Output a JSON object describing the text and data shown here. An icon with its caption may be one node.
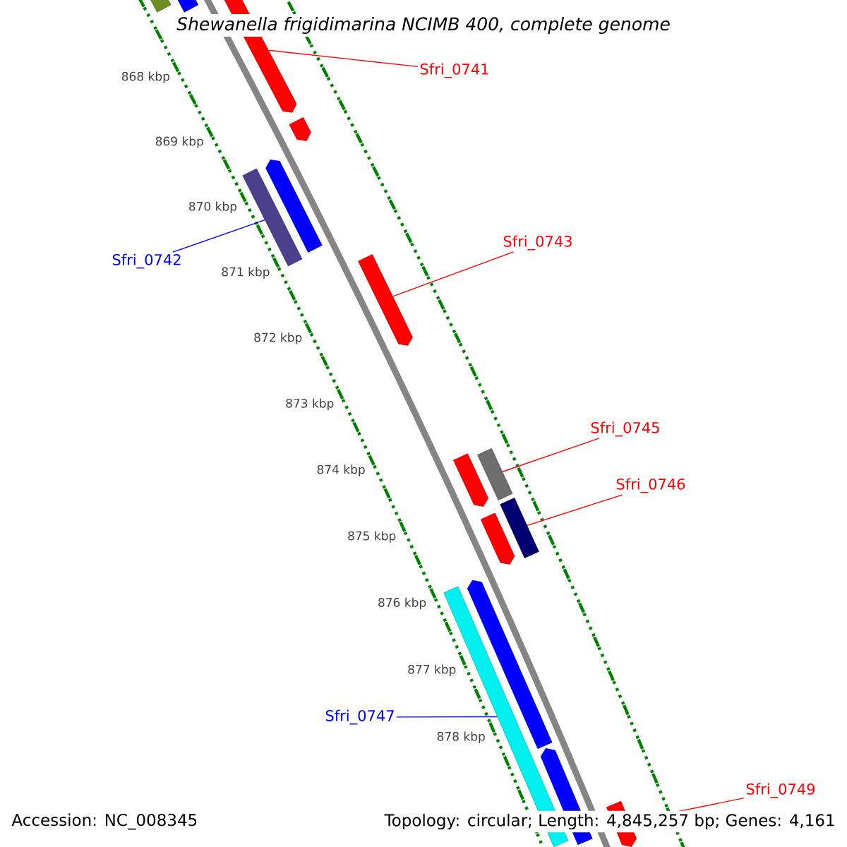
{
  "diagram": {
    "title": "Shewanella frigidimarina NCIMB 400, complete genome",
    "nodes": [
      {
        "text": [
          "Sfri_0741"
        ]
      },
      {
        "text": [
          "Sfri_0742"
        ]
      },
      {
        "text": [
          "Sfri_0743"
        ]
      },
      {
        "text": [
          "Sfri_0745"
        ]
      },
      {
        "text": [
          "Sfri_0746"
        ]
      },
      {
        "text": [
          "Sfri_0747"
        ]
      },
      {
        "text": [
          "Sfri_0749"
        ]
      },
      {
        "text": [],
        "shape": "bar"
      },
      {
        "text": [],
        "shape": "bar"
      },
      {
        "text": [],
        "shape": "bar"
      },
      {
        "text": [],
        "shape": "bar"
      },
      {
        "text": [],
        "shape": "bar"
      },
      {
        "text": [],
        "shape": "bar"
      },
      {
        "text": [],
        "shape": "bar"
      },
      {
        "text": [],
        "shape": "bar"
      },
      {
        "text": [],
        "shape": "bar"
      },
      {
        "text": [],
        "shape": "bar"
      },
      {
        "text": [],
        "shape": "bar"
      },
      {
        "text": [],
        "shape": "bar"
      },
      {
        "text": [],
        "shape": "bar"
      },
      {
        "text": [],
        "shape": "bar"
      },
      {
        "text": [],
        "shape": "bar"
      }
    ],
    "edges": [
      {
        "from": 0,
        "to": 9,
        "arrow": "none"
      },
      {
        "from": 1,
        "to": 12,
        "arrow": "none",
        "color": "#0000ff"
      },
      {
        "from": 2,
        "to": 13,
        "arrow": "none"
      },
      {
        "from": 3,
        "to": 14,
        "arrow": "none"
      },
      {
        "from": 4,
        "to": 16,
        "arrow": "none"
      },
      {
        "from": 5,
        "to": 19,
        "arrow": "none",
        "color": "#0000ff"
      },
      {
        "from": 6,
        "to": 21,
        "arrow": "none"
      }
    ],
    "labels": [
      "868 kbp",
      "869 kbp",
      "870 kbp",
      "871 kbp",
      "872 kbp",
      "873 kbp",
      "874 kbp",
      "875 kbp",
      "876 kbp",
      "877 kbp",
      "878 kbp",
      "Accession: NC_008345",
      "Topology: circular; Length: 4,845,257 bp; Genes: 4,161"
    ]
  }
}
